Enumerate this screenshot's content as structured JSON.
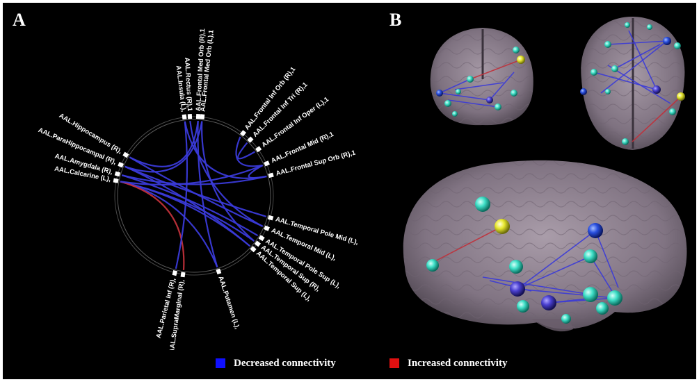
{
  "panel_a": {
    "letter": "A",
    "nodes": [
      {
        "id": "frontal_med_orb_L",
        "label": "AAL.Frontal Med Orb (L),1",
        "color": "#ffffff"
      },
      {
        "id": "frontal_med_orb_R",
        "label": "AAL.Frontal Med Orb (R),1",
        "color": "#ffffff"
      },
      {
        "id": "rectus_R",
        "label": "AAL.Rectus (R),1",
        "color": "#ffffff"
      },
      {
        "id": "insula_L",
        "label": "AAL.Insula (L),",
        "color": "#ffffff"
      },
      {
        "id": "frontal_inf_orb_R",
        "label": "AAL.Frontal Inf Orb (R),1",
        "color": "#ffffff"
      },
      {
        "id": "frontal_inf_tri_R",
        "label": "AAL.Frontal Inf Tri (R),1",
        "color": "#ffffff"
      },
      {
        "id": "frontal_inf_oper_L",
        "label": "AAL.Frontal Inf Oper (L),1",
        "color": "#ffffff"
      },
      {
        "id": "frontal_mid_R",
        "label": "AAL.Frontal Mid (R),1",
        "color": "#ffffff"
      },
      {
        "id": "frontal_sup_orb_R",
        "label": "AAL.Frontal Sup Orb (R),1",
        "color": "#ffffff"
      },
      {
        "id": "temporal_pole_mid_L",
        "label": "AAL.Temporal Pole Mid (L),",
        "color": "#ffffff"
      },
      {
        "id": "temporal_mid_L",
        "label": "AAL.Temporal Mid (L),",
        "color": "#ffffff"
      },
      {
        "id": "temporal_pole_sup_L",
        "label": "AAL.Temporal Pole Sup (L),",
        "color": "#ffffff"
      },
      {
        "id": "temporal_sup_R",
        "label": "AAL.Temporal Sup (R),",
        "color": "#ffffff"
      },
      {
        "id": "temporal_sup_L",
        "label": "AAL.Temporal Sup (L),",
        "color": "#ffffff"
      },
      {
        "id": "putamen_L",
        "label": "AAL.Putamen (L),",
        "color": "#ffffff"
      },
      {
        "id": "supramarginal_R",
        "label": "AAL.SupraMarginal (R),",
        "color": "#ffffff"
      },
      {
        "id": "parietal_inf_R",
        "label": "AAL.Parietal Inf (R),",
        "color": "#ffffff"
      },
      {
        "id": "calcarine_L",
        "label": "AAL.Calcarine (L),",
        "color": "#ffffff"
      },
      {
        "id": "amygdala_R",
        "label": "AAL.Amygdala (R),",
        "color": "#ffffff"
      },
      {
        "id": "parahippocampal_R",
        "label": "AAL.ParaHippocampal (R),",
        "color": "#ffffff"
      },
      {
        "id": "hippocampus_R",
        "label": "AAL.Hippocampus (R),",
        "color": "#ffffff"
      }
    ],
    "edges": [
      {
        "from": "hippocampus_R",
        "to": "frontal_med_orb_R",
        "type": "decreased"
      },
      {
        "from": "hippocampus_R",
        "to": "temporal_mid_L",
        "type": "decreased"
      },
      {
        "from": "parahippocampal_R",
        "to": "frontal_med_orb_L",
        "type": "decreased"
      },
      {
        "from": "parahippocampal_R",
        "to": "temporal_pole_mid_L",
        "type": "decreased"
      },
      {
        "from": "amygdala_R",
        "to": "frontal_sup_orb_R",
        "type": "decreased"
      },
      {
        "from": "amygdala_R",
        "to": "temporal_pole_sup_L",
        "type": "decreased"
      },
      {
        "from": "calcarine_L",
        "to": "temporal_sup_R",
        "type": "decreased"
      },
      {
        "from": "calcarine_L",
        "to": "temporal_sup_L",
        "type": "decreased"
      },
      {
        "from": "calcarine_L",
        "to": "putamen_L",
        "type": "decreased"
      },
      {
        "from": "calcarine_L",
        "to": "supramarginal_R",
        "type": "increased"
      },
      {
        "from": "calcarine_L",
        "to": "frontal_mid_R",
        "type": "decreased"
      },
      {
        "from": "insula_L",
        "to": "parietal_inf_R",
        "type": "decreased"
      },
      {
        "from": "rectus_R",
        "to": "temporal_mid_L",
        "type": "decreased"
      },
      {
        "from": "frontal_med_orb_L",
        "to": "temporal_sup_R",
        "type": "decreased"
      },
      {
        "from": "frontal_med_orb_R",
        "to": "putamen_L",
        "type": "decreased"
      },
      {
        "from": "frontal_inf_orb_R",
        "to": "frontal_mid_R",
        "type": "decreased"
      },
      {
        "from": "frontal_inf_tri_R",
        "to": "frontal_inf_oper_L",
        "type": "decreased"
      },
      {
        "from": "frontal_sup_orb_R",
        "to": "frontal_mid_R",
        "type": "decreased"
      },
      {
        "from": "insula_L",
        "to": "frontal_sup_orb_R",
        "type": "decreased"
      },
      {
        "from": "parahippocampal_R",
        "to": "temporal_sup_L",
        "type": "decreased"
      }
    ]
  },
  "panel_b": {
    "letter": "B"
  },
  "legend": {
    "decreased_label": "Decreased connectivity",
    "decreased_color": "#1010ff",
    "increased_label": "Increased connectivity",
    "increased_color": "#e01010"
  },
  "colors": {
    "background": "#000000",
    "decreased_edge": "#3a3ad8",
    "increased_edge": "#c0303a",
    "node_cyan": "#40e0c8",
    "node_blue": "#2a50e0",
    "node_yellow": "#e8e830"
  }
}
